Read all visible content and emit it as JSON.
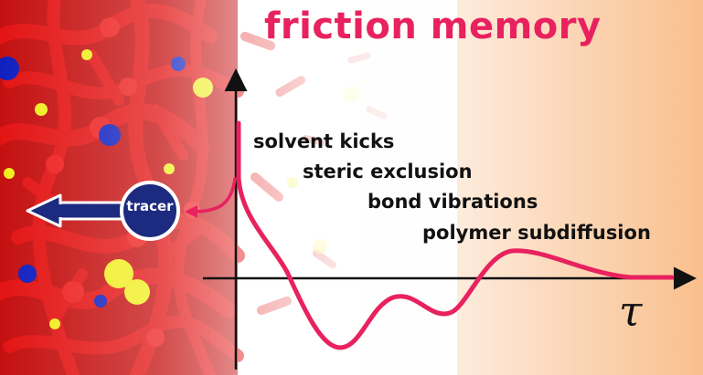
{
  "title": "friction memory",
  "contributions": [
    "solvent kicks",
    "steric exclusion",
    "bond vibrations",
    "polymer subdiffusion"
  ],
  "tracer_label": "tracer",
  "axis_label": "τ",
  "colors": {
    "accent": "#e8215f",
    "tracer_fill": "#1c2a80",
    "polymer": "#e01010",
    "solvent_yellow": "#f0ee20",
    "solvent_blue": "#1020c0",
    "background_right": "#f9c090"
  }
}
